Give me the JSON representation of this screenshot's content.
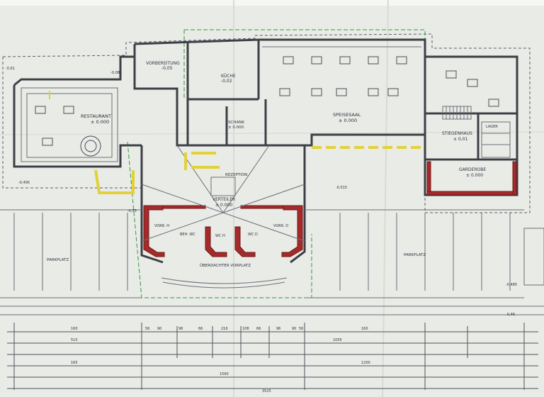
{
  "rooms": {
    "restaurant": {
      "name": "RESTAURANT",
      "level": "± 0.000"
    },
    "vorbereitung": {
      "name": "VORBEREITUNG",
      "level": "-0,05"
    },
    "kueche": {
      "name": "KÜCHE",
      "level": "-0,02"
    },
    "speisesaal": {
      "name": "SPEISESAAL",
      "level": "± 0.000"
    },
    "schank": {
      "name": "SCHANK",
      "level": "± 0.000"
    },
    "stiegenhaus": {
      "name": "STIEGENHAUS",
      "level": "± 0,01"
    },
    "garderobe": {
      "name": "GARDEROBE",
      "level": "± 0.000"
    },
    "rezeption": {
      "name": "REZEPTION"
    },
    "verteiler": {
      "name": "VERTEILER",
      "level": "± 0.000"
    },
    "vorraum_left": {
      "name": "VORR. H"
    },
    "vorraum_right": {
      "name": "VORR. D"
    },
    "wc_left": {
      "name": "BEH. WC"
    },
    "wc_center": {
      "name": "WC H"
    },
    "wc_right": {
      "name": "WC D"
    },
    "lager": {
      "name": "LAGER"
    }
  },
  "labels": {
    "vordach": "ÜBERDACHTER VORPLATZ",
    "parkplatz_left": "PARKPLATZ",
    "parkplatz_right": "PARKPLATZ"
  },
  "levels": {
    "left_top": "-0,61",
    "left_mid": "-0,495",
    "entry": "-0,55",
    "right_mid": "-0,515",
    "right_low": "-0,485",
    "right_bottom": "-0,46",
    "top_left": "-0,085"
  },
  "dimensions": {
    "row1": [
      "160",
      "56",
      "90",
      "96",
      "66",
      "216",
      "108",
      "66",
      "96",
      "90",
      "56",
      "160"
    ],
    "row2": [
      "515",
      "1005"
    ],
    "row3": [
      "165",
      "1200"
    ],
    "row4": [
      "1560"
    ],
    "row5": [
      "3525"
    ]
  }
}
